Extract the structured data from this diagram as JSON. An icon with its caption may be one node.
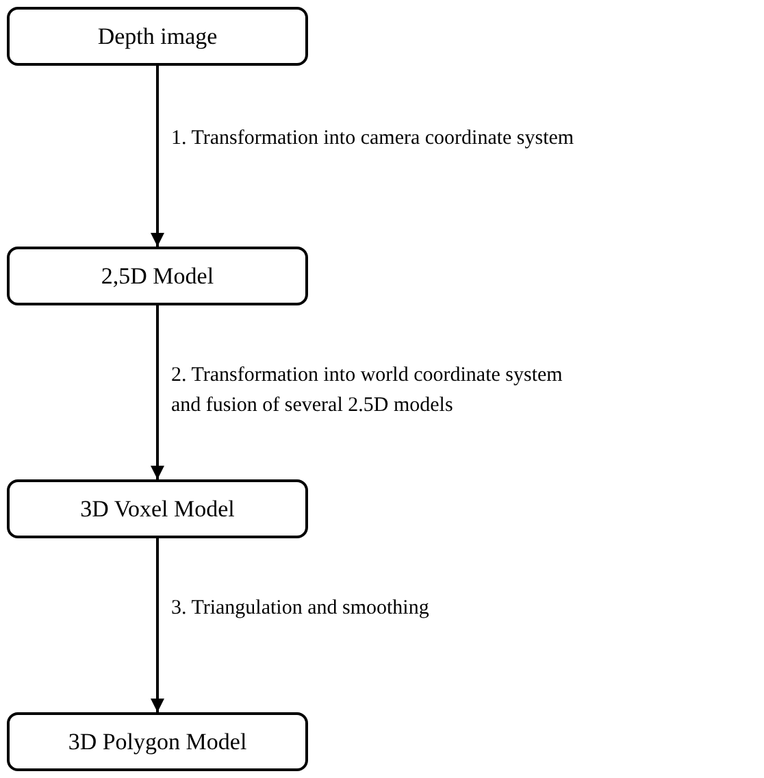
{
  "diagram": {
    "nodes": [
      {
        "text": [
          "Depth image"
        ]
      },
      {
        "text": [
          "2,5D Model"
        ]
      },
      {
        "text": [
          "3D Voxel Model"
        ]
      },
      {
        "text": [
          "3D Polygon Model"
        ]
      }
    ],
    "edges": [
      {
        "from": 0,
        "to": 1,
        "arrow": "to",
        "label": "1. Transformation into camera coordinate system"
      },
      {
        "from": 1,
        "to": 2,
        "arrow": "to",
        "label": "2. Transformation into world coordinate system and fusion of several 2.5D models"
      },
      {
        "from": 2,
        "to": 3,
        "arrow": "to",
        "label": "3. Triangulation and smoothing"
      }
    ]
  }
}
